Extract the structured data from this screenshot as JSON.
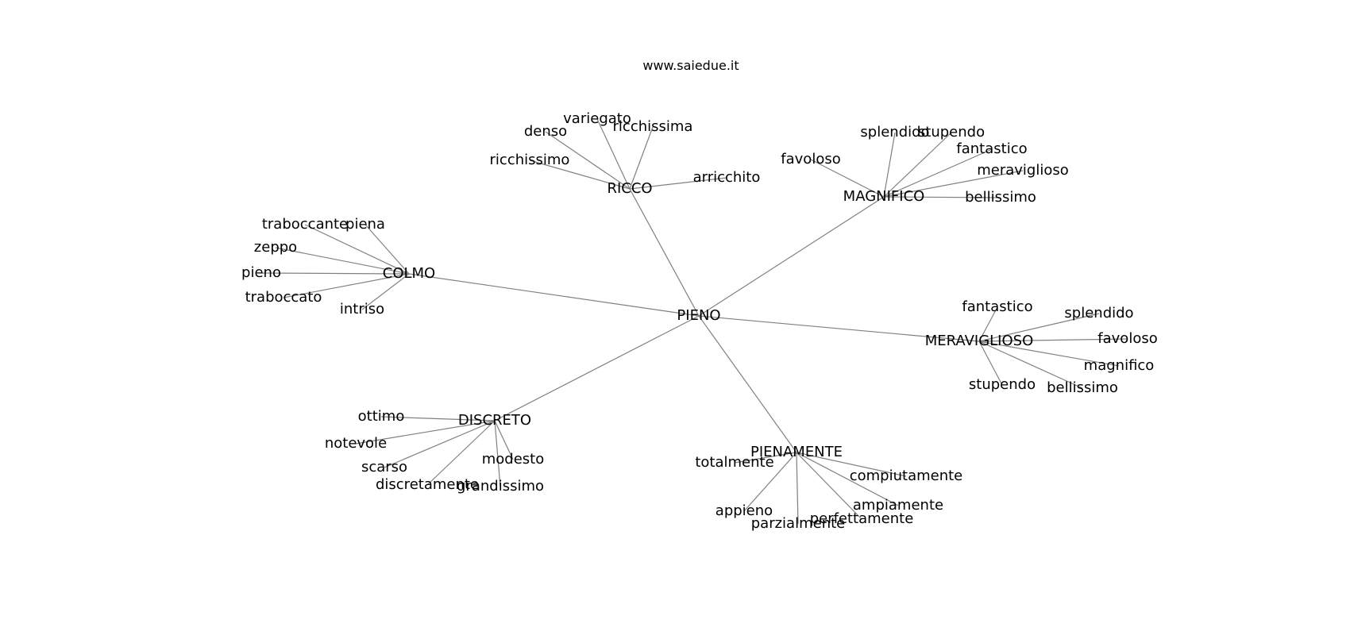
{
  "site": "www.saiedue.it",
  "colors": {
    "edge": "#808080",
    "text": "#000000",
    "background": "#ffffff"
  },
  "center": {
    "label": "PIENO"
  },
  "groups": [
    {
      "id": "ricco",
      "label": "RICCO",
      "leaves": [
        "variegato",
        "ricchissima",
        "denso",
        "ricchissimo",
        "arricchito"
      ]
    },
    {
      "id": "magnifico",
      "label": "MAGNIFICO",
      "leaves": [
        "splendido",
        "stupendo",
        "fantastico",
        "favoloso",
        "meraviglioso",
        "bellissimo"
      ]
    },
    {
      "id": "colmo",
      "label": "COLMO",
      "leaves": [
        "traboccante",
        "piena",
        "zeppo",
        "pieno",
        "traboccato",
        "intriso"
      ]
    },
    {
      "id": "meraviglioso",
      "label": "MERAVIGLIOSO",
      "leaves": [
        "fantastico",
        "splendido",
        "favoloso",
        "magnifico",
        "stupendo",
        "bellissimo"
      ]
    },
    {
      "id": "discreto",
      "label": "DISCRETO",
      "leaves": [
        "ottimo",
        "notevole",
        "scarso",
        "modesto",
        "discretamente",
        "grandissimo"
      ]
    },
    {
      "id": "pienamente",
      "label": "PIENAMENTE",
      "leaves": [
        "totalmente",
        "compiutamente",
        "ampiamente",
        "appieno",
        "perfettamente",
        "parzialmente"
      ]
    }
  ]
}
